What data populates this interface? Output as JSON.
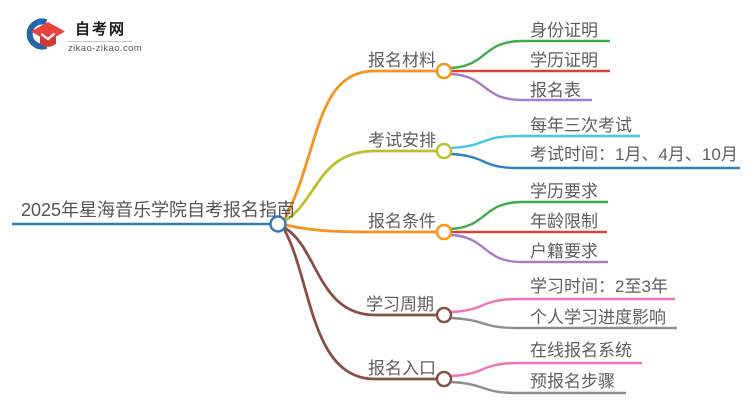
{
  "logo": {
    "site_name": "自考网",
    "site_url": "zikao-zikao.com",
    "icon": "graduation-cap-icon"
  },
  "mindmap": {
    "central": {
      "label": "2025年星海音乐学院自考报名指南",
      "color": "#2e7cbe",
      "text_color": "#555555"
    },
    "branches": [
      {
        "label": "报名材料",
        "color": "#f7941e",
        "children": [
          {
            "label": "身份证明",
            "color": "#3cae47"
          },
          {
            "label": "学历证明",
            "color": "#d4453e"
          },
          {
            "label": "报名表",
            "color": "#a77cc9"
          }
        ]
      },
      {
        "label": "考试安排",
        "color": "#b8c32b",
        "children": [
          {
            "label": "每年三次考试",
            "color": "#45c8e8"
          },
          {
            "label": "考试时间：1月、4月、10月",
            "color": "#2f80c3"
          }
        ]
      },
      {
        "label": "报名条件",
        "color": "#f7941e",
        "children": [
          {
            "label": "学历要求",
            "color": "#3cae47"
          },
          {
            "label": "年龄限制",
            "color": "#d4453e"
          },
          {
            "label": "户籍要求",
            "color": "#a77cc9"
          }
        ]
      },
      {
        "label": "学习周期",
        "color": "#8a4f44",
        "children": [
          {
            "label": "学习时间：2至3年",
            "color": "#f273b8"
          },
          {
            "label": "个人学习进度影响",
            "color": "#8e8e8e"
          }
        ]
      },
      {
        "label": "报名入口",
        "color": "#8a4f44",
        "children": [
          {
            "label": "在线报名系统",
            "color": "#f273b8"
          },
          {
            "label": "预报名步骤",
            "color": "#8e8e8e"
          }
        ]
      }
    ]
  }
}
